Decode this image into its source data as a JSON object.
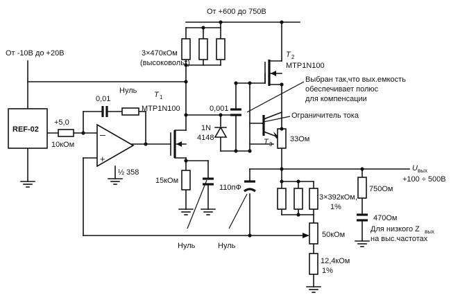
{
  "supply_top": "От +600 до 750В",
  "supply_left": "От -10В до +20В",
  "ref_ic": "REF-02",
  "ref_out": "+5,0",
  "r_in": "10кОм",
  "cap_fb": "0,01",
  "null_top": "Нуль",
  "opamp_minus": "–",
  "opamp_plus": "+",
  "opamp_half": "½",
  "opamp_part": "358",
  "t1_label": "T",
  "t1_sub": "1",
  "t1_part": "MTP1N100",
  "r_top_a": "3×470кОм",
  "r_top_b": "(высоковольт)",
  "t2_label": "T",
  "t2_sub": "2",
  "t2_part": "MTP1N100",
  "cap_comp": "0,001",
  "diode_a": "1N",
  "diode_b": "4148",
  "note_a": "Выбран так,что вых.емкость",
  "note_b": "обеспечивает полюс",
  "note_c": "для компенсации",
  "limiter": "Ограничитель тока",
  "t3_label": "T",
  "t3_sub": "3",
  "r_sense": "33Ом",
  "r_src": "15кОм",
  "cap_110": "110пФ",
  "null_b1": "Нуль",
  "null_b2": "Нуль",
  "r_div_a": "3×392кОм,",
  "r_div_b": "1%",
  "r_50k": "50кОм",
  "r_124a": "12,4кОм",
  "r_124b": "1%",
  "out_u": "U",
  "out_sub": "вых",
  "out_range": "+100 ÷ 500В",
  "r_750": "750Ом",
  "r_470": "470Ом",
  "note_z_a": "Для низкого Z",
  "note_z_sub": "вых",
  "note_z_b": "на выс.частотах"
}
